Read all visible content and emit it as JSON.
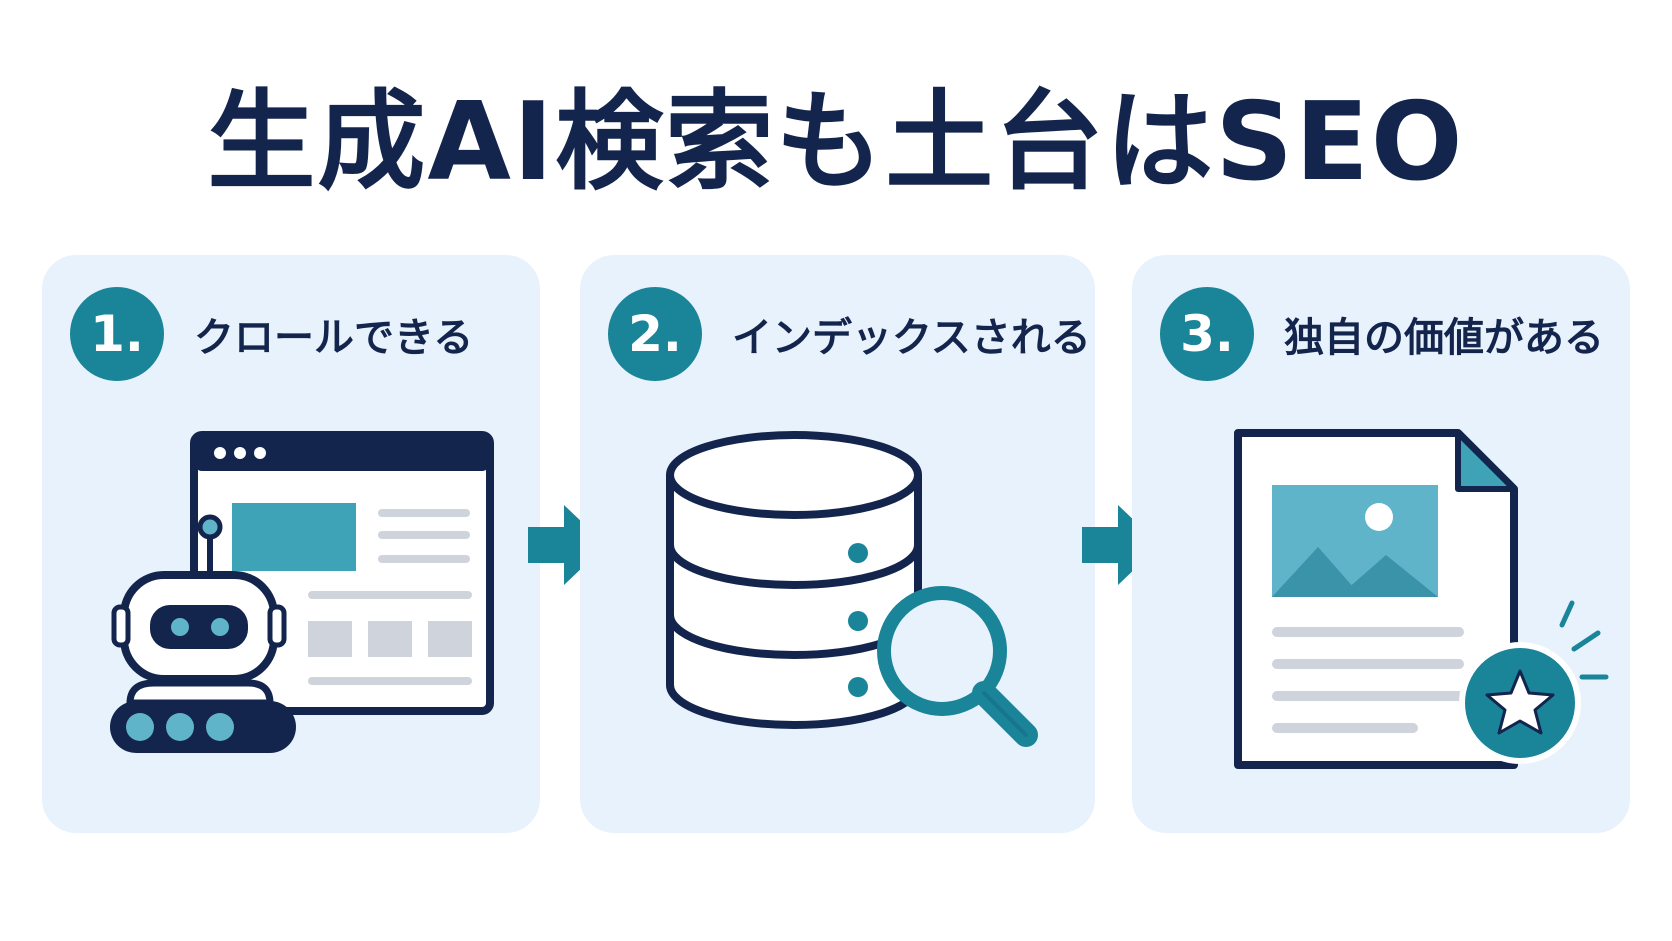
{
  "title": "生成AI検索も土台はSEO",
  "colors": {
    "navy": "#14254d",
    "teal": "#1a8499",
    "light_teal": "#5fb4c9",
    "panel_bg": "#e8f2fc",
    "gray": "#cfd3dc"
  },
  "steps": [
    {
      "number": "1.",
      "label": "クロールできる",
      "icon": "crawler-robot-browser-icon"
    },
    {
      "number": "2.",
      "label": "インデックスされる",
      "icon": "database-search-icon"
    },
    {
      "number": "3.",
      "label": "独自の価値がある",
      "icon": "document-star-icon"
    }
  ],
  "connectors": [
    "arrow-right-icon",
    "arrow-right-icon"
  ]
}
